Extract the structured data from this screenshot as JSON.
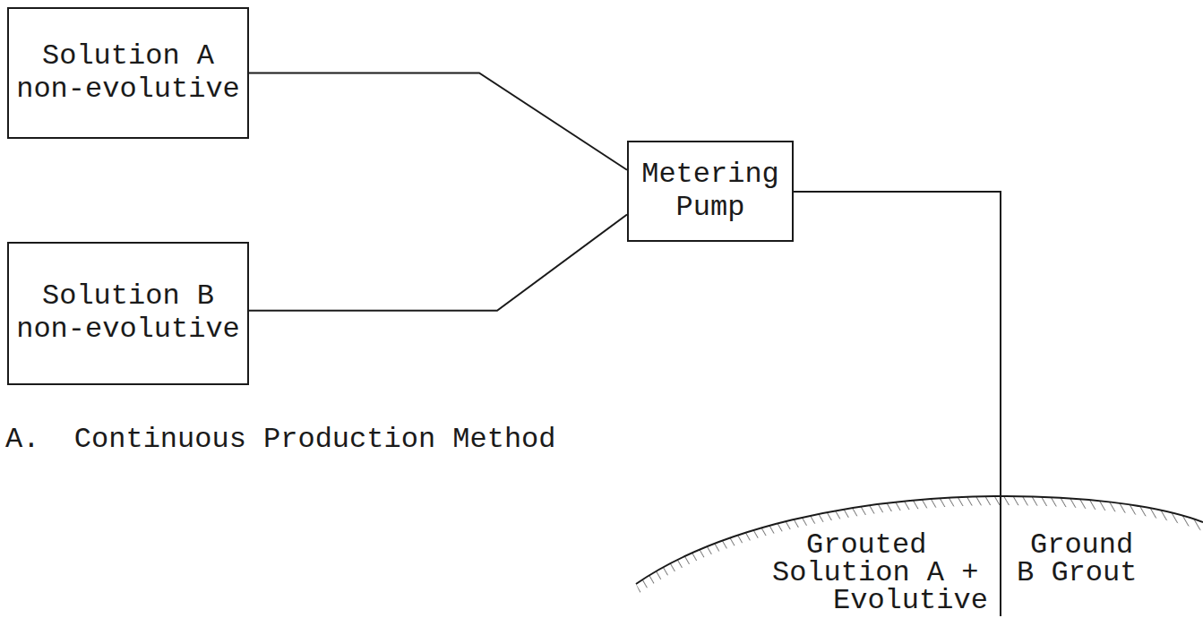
{
  "diagram": {
    "caption": "A.  Continuous Production Method",
    "nodes": [
      {
        "text": [
          "Solution A non-evolutive"
        ]
      },
      {
        "text": [
          "Solution B non-evolutive"
        ]
      },
      {
        "text": [
          "Metering Pump"
        ]
      }
    ],
    "edges": [
      {
        "from": 0,
        "to": 2,
        "arrow": "none"
      },
      {
        "from": 1,
        "to": 2,
        "arrow": "none"
      }
    ],
    "labels": [
      "Grouted",
      "Ground",
      "Solution A +",
      "B Grout",
      "Evolutive"
    ]
  }
}
